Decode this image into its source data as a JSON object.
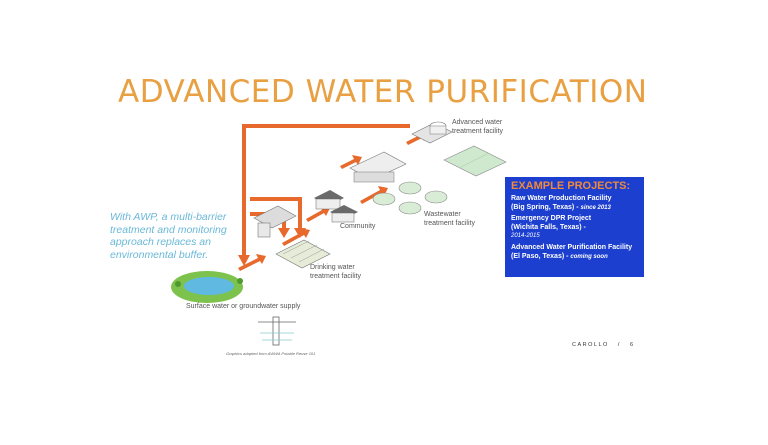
{
  "title": "ADVANCED WATER PURIFICATION",
  "side_note": {
    "lines": [
      "With AWP, a multi-barrier",
      "treatment and monitoring",
      "approach replaces an",
      "environmental buffer."
    ]
  },
  "labels": {
    "advanced_water": [
      "Advanced water",
      "treatment facility"
    ],
    "community": "Community",
    "wastewater": [
      "Wastewater",
      "treatment facility"
    ],
    "drinking": [
      "Drinking water",
      "treatment facility"
    ],
    "surface": "Surface water or groundwater supply",
    "credit": "Graphics adapted from AWWA Potable Reuse 101"
  },
  "projects": {
    "heading": "EXAMPLE PROJECTS:",
    "items": [
      {
        "name_lines": [
          "Raw Water Production Facility",
          "(Big Spring, Texas) -"
        ],
        "date": "since 2013"
      },
      {
        "name_lines": [
          "Emergency DPR Project",
          "(Wichita Falls, Texas) -"
        ],
        "date": "2014-2015"
      },
      {
        "name_lines": [
          "Advanced Water Purification Facility",
          "(El Paso, Texas) -"
        ],
        "date": "coming soon"
      }
    ]
  },
  "footer": {
    "brand": "CAROLLO",
    "separator": "/",
    "page": "6"
  },
  "colors": {
    "title": "#e8a042",
    "arrow": "#e8692c",
    "box": "#1c3fd0",
    "note": "#6ab8d8"
  }
}
